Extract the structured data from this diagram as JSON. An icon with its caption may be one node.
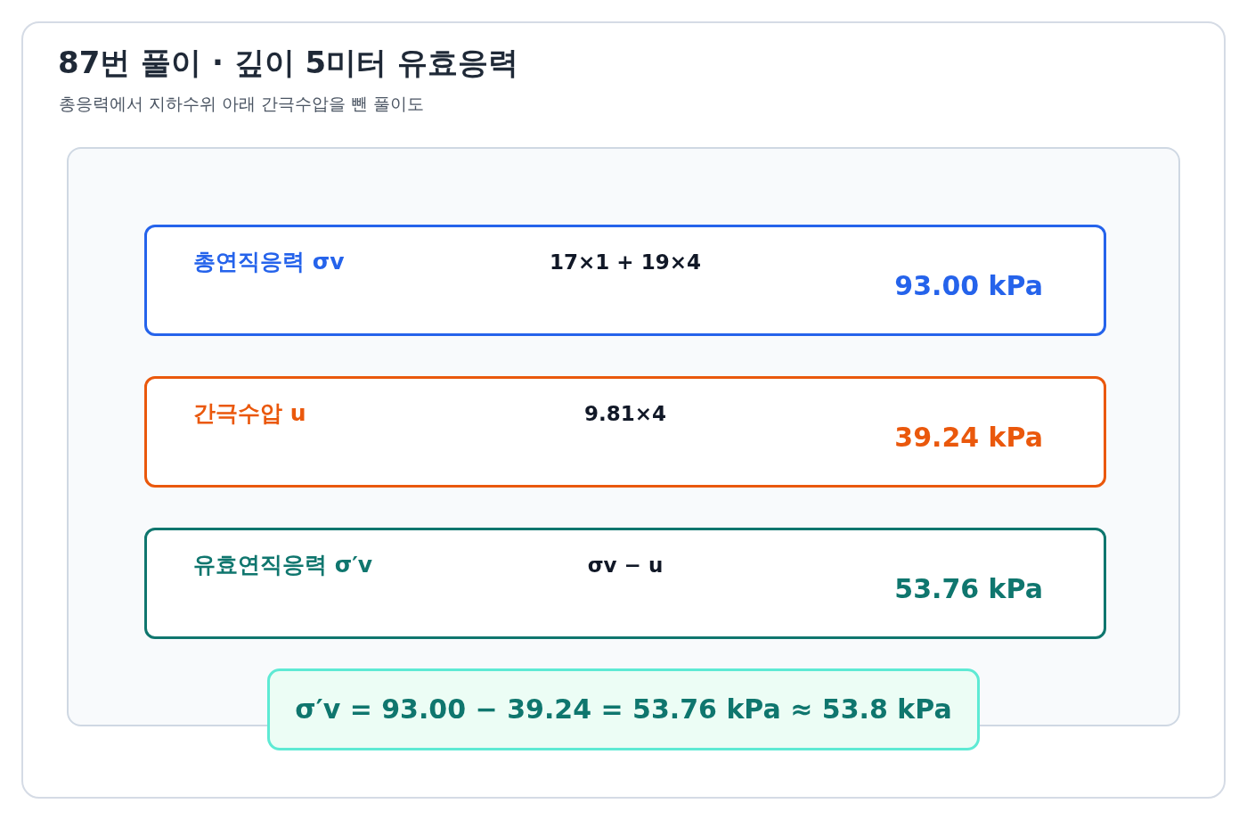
{
  "diagram": {
    "title": "87번 풀이 · 깊이 5미터 유효응력",
    "nodes": [
      {
        "text": [],
        "shape": "box"
      },
      {
        "text": [
          "총연직응력 σv",
          "17×1 + 19×4",
          "93.00 kPa"
        ],
        "in": 0
      },
      {
        "text": [
          "간극수압 u",
          "9.81×4",
          "39.24 kPa"
        ],
        "in": 0
      },
      {
        "text": [
          "유효연직응력 σ′v",
          "σv − u",
          "53.76 kPa"
        ],
        "in": 0
      },
      {
        "text": [
          "σ′v = 93.00 − 39.24 = 53.76 kPa ≈ 53.8 kPa"
        ]
      }
    ],
    "labels": [
      "총응력에서 지하수위 아래 간극수압을 뺀 풀이도"
    ]
  }
}
